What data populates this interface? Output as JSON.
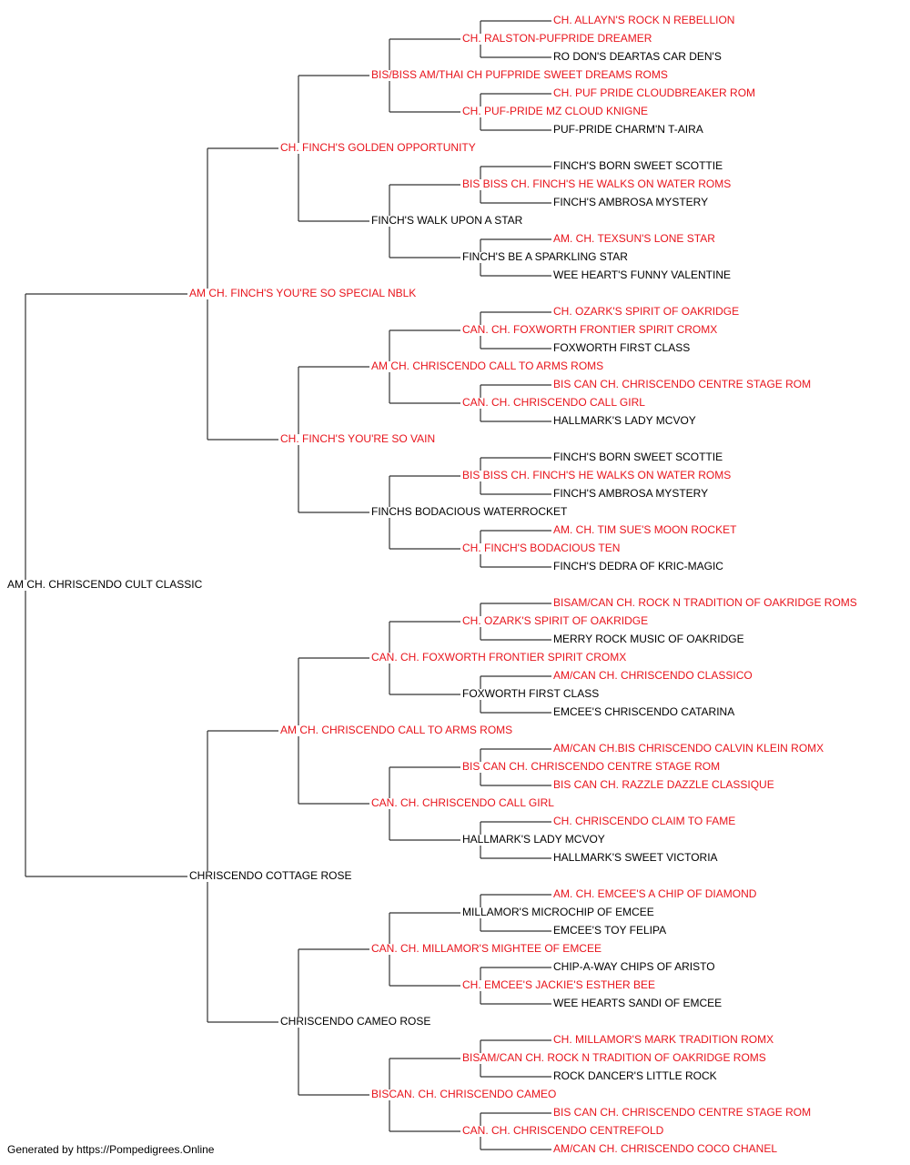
{
  "colors": {
    "champion": "#e8141c",
    "normal": "#000000",
    "line": "#333333"
  },
  "footer": "Generated by https://Pompedigrees.Online",
  "pedigree": {
    "name": "AM CH. CHRISCENDO CULT CLASSIC",
    "ch": false,
    "sire": {
      "name": "AM CH. FINCH'S YOU'RE SO SPECIAL NBLK",
      "ch": true,
      "sire": {
        "name": "CH. FINCH'S GOLDEN OPPORTUNITY",
        "ch": true,
        "sire": {
          "name": "BIS/BISS AM/THAI CH PUFPRIDE SWEET DREAMS ROMS",
          "ch": true,
          "sire": {
            "name": "CH. RALSTON-PUFPRIDE DREAMER",
            "ch": true,
            "sire": {
              "name": "CH. ALLAYN'S ROCK N REBELLION",
              "ch": true
            },
            "dam": {
              "name": "RO DON'S DEARTAS CAR DEN'S",
              "ch": false
            }
          },
          "dam": {
            "name": "CH. PUF-PRIDE MZ CLOUD KNIGNE",
            "ch": true,
            "sire": {
              "name": "CH. PUF PRIDE CLOUDBREAKER ROM",
              "ch": true
            },
            "dam": {
              "name": "PUF-PRIDE CHARM'N T-AIRA",
              "ch": false
            }
          }
        },
        "dam": {
          "name": "FINCH'S WALK UPON A STAR",
          "ch": false,
          "sire": {
            "name": "BIS BISS CH. FINCH'S HE WALKS ON WATER ROMS",
            "ch": true,
            "sire": {
              "name": "FINCH'S BORN SWEET SCOTTIE",
              "ch": false
            },
            "dam": {
              "name": "FINCH'S AMBROSA MYSTERY",
              "ch": false
            }
          },
          "dam": {
            "name": "FINCH'S BE A SPARKLING STAR",
            "ch": false,
            "sire": {
              "name": "AM. CH. TEXSUN'S LONE STAR",
              "ch": true
            },
            "dam": {
              "name": "WEE HEART'S FUNNY VALENTINE",
              "ch": false
            }
          }
        }
      },
      "dam": {
        "name": "CH. FINCH'S YOU'RE SO VAIN",
        "ch": true,
        "sire": {
          "name": "AM CH. CHRISCENDO CALL TO ARMS ROMS",
          "ch": true,
          "sire": {
            "name": "CAN. CH. FOXWORTH FRONTIER SPIRIT CROMX",
            "ch": true,
            "sire": {
              "name": "CH. OZARK'S SPIRIT OF OAKRIDGE",
              "ch": true
            },
            "dam": {
              "name": "FOXWORTH FIRST CLASS",
              "ch": false
            }
          },
          "dam": {
            "name": "CAN. CH. CHRISCENDO CALL GIRL",
            "ch": true,
            "sire": {
              "name": "BIS CAN CH. CHRISCENDO CENTRE STAGE ROM",
              "ch": true
            },
            "dam": {
              "name": "HALLMARK'S LADY MCVOY",
              "ch": false
            }
          }
        },
        "dam": {
          "name": "FINCHS BODACIOUS WATERROCKET",
          "ch": false,
          "sire": {
            "name": "BIS BISS CH. FINCH'S HE WALKS ON WATER ROMS",
            "ch": true,
            "sire": {
              "name": "FINCH'S BORN SWEET SCOTTIE",
              "ch": false
            },
            "dam": {
              "name": "FINCH'S AMBROSA MYSTERY",
              "ch": false
            }
          },
          "dam": {
            "name": "CH. FINCH'S BODACIOUS TEN",
            "ch": true,
            "sire": {
              "name": "AM. CH. TIM SUE'S MOON ROCKET",
              "ch": true
            },
            "dam": {
              "name": "FINCH'S DEDRA OF KRIC-MAGIC",
              "ch": false
            }
          }
        }
      }
    },
    "dam": {
      "name": "CHRISCENDO COTTAGE ROSE",
      "ch": false,
      "sire": {
        "name": "AM CH. CHRISCENDO CALL TO ARMS ROMS",
        "ch": true,
        "sire": {
          "name": "CAN. CH. FOXWORTH FRONTIER SPIRIT CROMX",
          "ch": true,
          "sire": {
            "name": "CH. OZARK'S SPIRIT OF OAKRIDGE",
            "ch": true,
            "sire": {
              "name": "BISAM/CAN CH. ROCK N TRADITION OF OAKRIDGE ROMS",
              "ch": true
            },
            "dam": {
              "name": "MERRY ROCK MUSIC OF OAKRIDGE",
              "ch": false
            }
          },
          "dam": {
            "name": "FOXWORTH FIRST CLASS",
            "ch": false,
            "sire": {
              "name": "AM/CAN CH. CHRISCENDO CLASSICO",
              "ch": true
            },
            "dam": {
              "name": "EMCEE'S CHRISCENDO CATARINA",
              "ch": false
            }
          }
        },
        "dam": {
          "name": "CAN. CH. CHRISCENDO CALL GIRL",
          "ch": true,
          "sire": {
            "name": "BIS CAN CH. CHRISCENDO CENTRE STAGE ROM",
            "ch": true,
            "sire": {
              "name": "AM/CAN CH.BIS CHRISCENDO CALVIN KLEIN ROMX",
              "ch": true
            },
            "dam": {
              "name": "BIS CAN CH. RAZZLE DAZZLE CLASSIQUE",
              "ch": true
            }
          },
          "dam": {
            "name": "HALLMARK'S LADY MCVOY",
            "ch": false,
            "sire": {
              "name": "CH. CHRISCENDO CLAIM TO FAME",
              "ch": true
            },
            "dam": {
              "name": "HALLMARK'S SWEET VICTORIA",
              "ch": false
            }
          }
        }
      },
      "dam": {
        "name": "CHRISCENDO CAMEO ROSE",
        "ch": false,
        "sire": {
          "name": "CAN. CH. MILLAMOR'S MIGHTEE OF EMCEE",
          "ch": true,
          "sire": {
            "name": "MILLAMOR'S MICROCHIP OF EMCEE",
            "ch": false,
            "sire": {
              "name": "AM. CH. EMCEE'S A CHIP OF DIAMOND",
              "ch": true
            },
            "dam": {
              "name": "EMCEE'S TOY FELIPA",
              "ch": false
            }
          },
          "dam": {
            "name": "CH. EMCEE'S JACKIE'S ESTHER BEE",
            "ch": true,
            "sire": {
              "name": "CHIP-A-WAY CHIPS OF ARISTO",
              "ch": false
            },
            "dam": {
              "name": "WEE HEARTS SANDI OF EMCEE",
              "ch": false
            }
          }
        },
        "dam": {
          "name": "BISCAN. CH. CHRISCENDO CAMEO",
          "ch": true,
          "sire": {
            "name": "BISAM/CAN CH. ROCK N TRADITION OF OAKRIDGE ROMS",
            "ch": true,
            "sire": {
              "name": "CH. MILLAMOR'S MARK TRADITION ROMX",
              "ch": true
            },
            "dam": {
              "name": "ROCK DANCER'S LITTLE ROCK",
              "ch": false
            }
          },
          "dam": {
            "name": "CAN. CH. CHRISCENDO CENTREFOLD",
            "ch": true,
            "sire": {
              "name": "BIS CAN CH. CHRISCENDO CENTRE STAGE ROM",
              "ch": true
            },
            "dam": {
              "name": "AM/CAN CH. CHRISCENDO COCO CHANEL",
              "ch": true
            }
          }
        }
      }
    }
  }
}
